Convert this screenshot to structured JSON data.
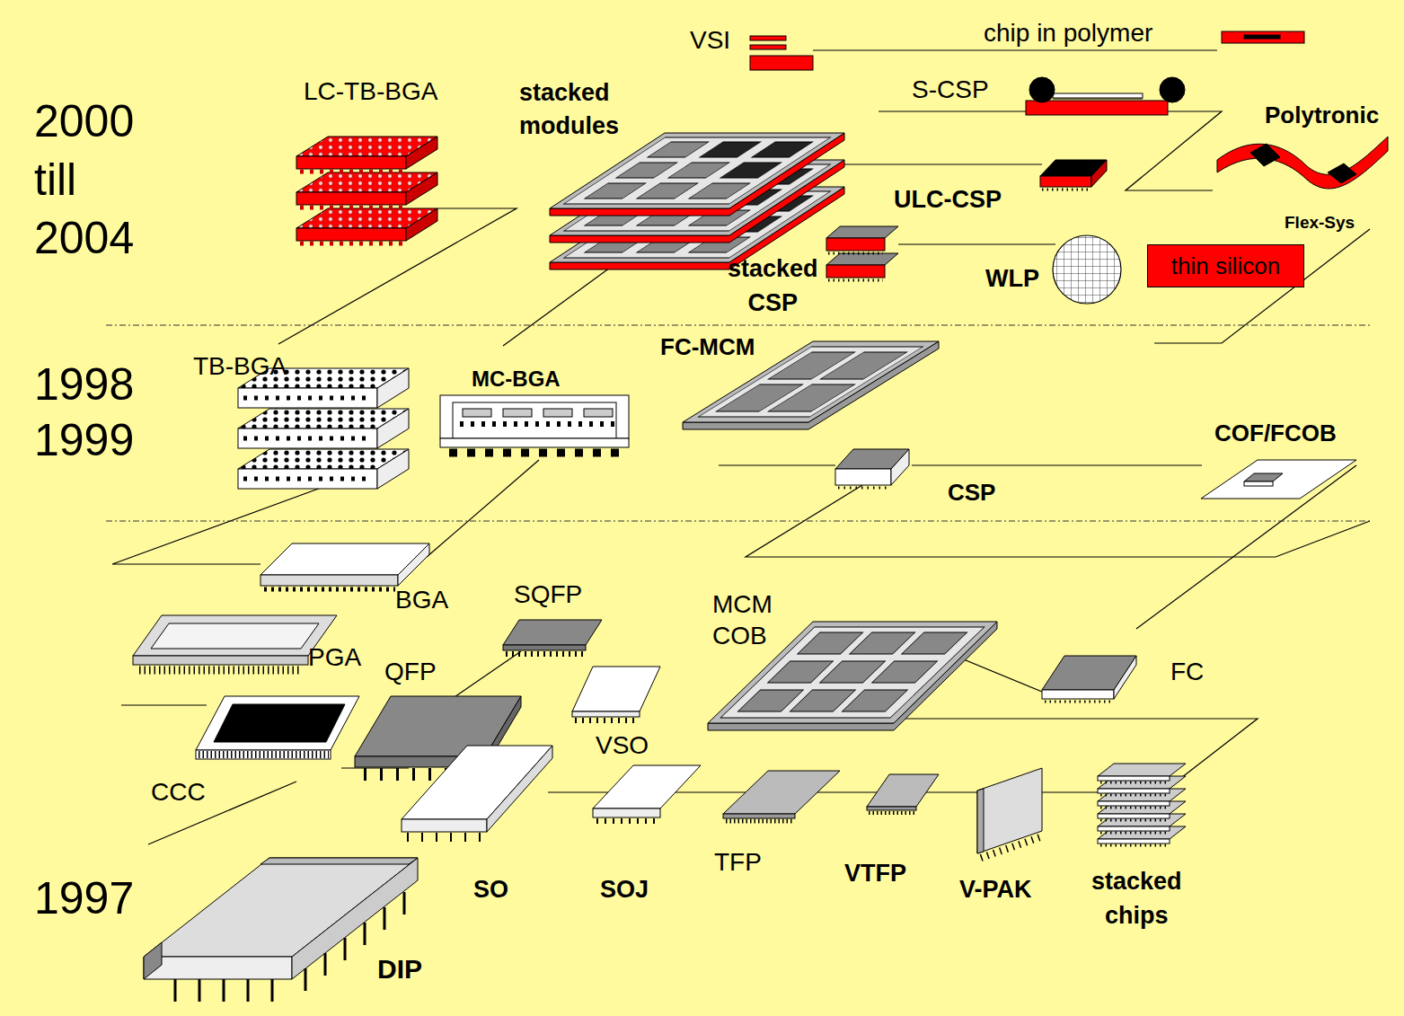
{
  "diagram": {
    "nodes": [
      {
        "text": [
          "thin silicon"
        ]
      }
    ],
    "labels": [
      "2000 till 2004",
      "VSI",
      "chip in polymer",
      "LC-TB-BGA",
      "stacked modules",
      "S-CSP",
      "Polytronic",
      "ULC-CSP",
      "Flex-Sys",
      "stacked CSP",
      "WLP",
      "1998 1999",
      "TB-BGA",
      "MC-BGA",
      "FC-MCM",
      "COF/FCOB",
      "CSP",
      "BGA",
      "SQFP",
      "PGA",
      "MCM COB",
      "QFP",
      "FC",
      "VSO",
      "CCC",
      "TFP",
      "VTFP",
      "SO",
      "SOJ",
      "V-PAK",
      "stacked chips",
      "1997",
      "DIP"
    ]
  }
}
